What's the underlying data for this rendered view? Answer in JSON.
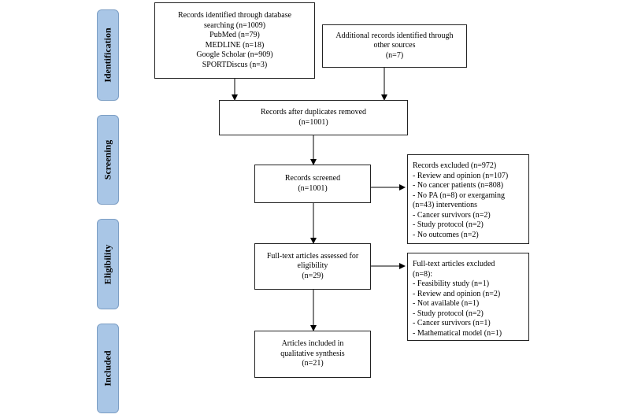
{
  "stages": [
    {
      "label": "Identification"
    },
    {
      "label": "Screening"
    },
    {
      "label": "Eligibility"
    },
    {
      "label": "Included"
    }
  ],
  "boxes": {
    "database_search": [
      "Records identified through database",
      "searching (n=1009)",
      "PubMed (n=79)",
      "MEDLINE (n=18)",
      "Google Scholar (n=909)",
      "SPORTDiscus (n=3)"
    ],
    "other_sources": [
      "Additional records identified through",
      "other sources",
      "(n=7)"
    ],
    "duplicates_removed": [
      "Records after duplicates removed",
      "(n=1001)"
    ],
    "screened": [
      "Records screened",
      "(n=1001)"
    ],
    "records_excluded": [
      "Records excluded (n=972)",
      "- Review and opinion (n=107)",
      "- No cancer patients (n=808)",
      "- No PA (n=8) or exergaming",
      "(n=43) interventions",
      "- Cancer survivors (n=2)",
      "- Study protocol (n=2)",
      "- No outcomes (n=2)"
    ],
    "fulltext_assessed": [
      "Full-text articles assessed for",
      "eligibility",
      "(n=29)"
    ],
    "fulltext_excluded": [
      "Full-text articles excluded",
      "(n=8):",
      "- Feasibility study (n=1)",
      "- Review and opinion (n=2)",
      "- Not available (n=1)",
      "- Study protocol (n=2)",
      "- Cancer survivors (n=1)",
      "- Mathematical model (n=1)"
    ],
    "included": [
      "Articles included in",
      "qualitative synthesis",
      "(n=21)"
    ]
  }
}
